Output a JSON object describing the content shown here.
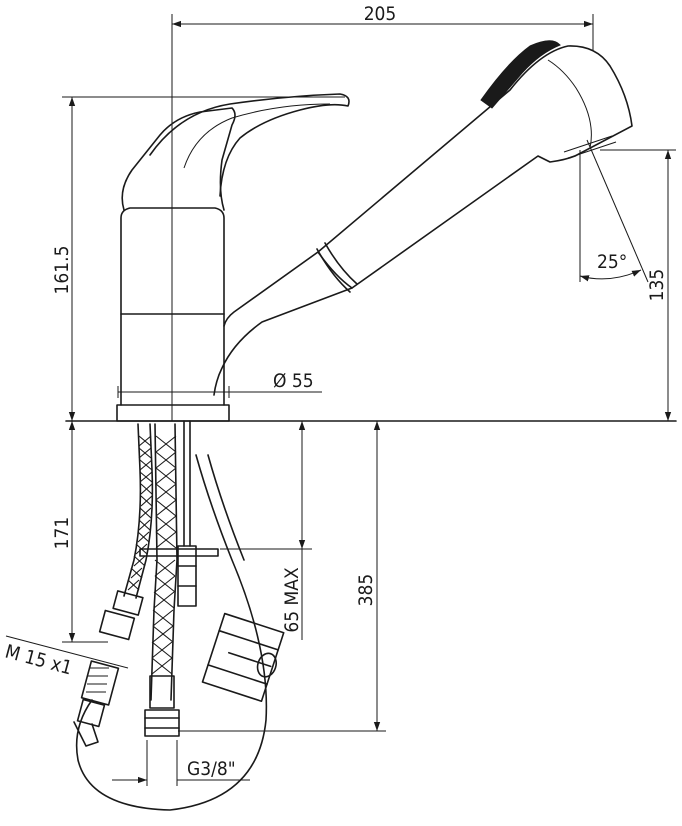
{
  "dimensions": {
    "width_total": "205",
    "height_total": "161.5",
    "spout_height": "135",
    "spray_angle": "25°",
    "base_diameter": "Ø 55",
    "below_counter": "171",
    "max_counter_thickness": "65 MAX",
    "hose_length": "385",
    "thread_connection": "M 15 x1",
    "supply_thread": "G3/8\""
  }
}
